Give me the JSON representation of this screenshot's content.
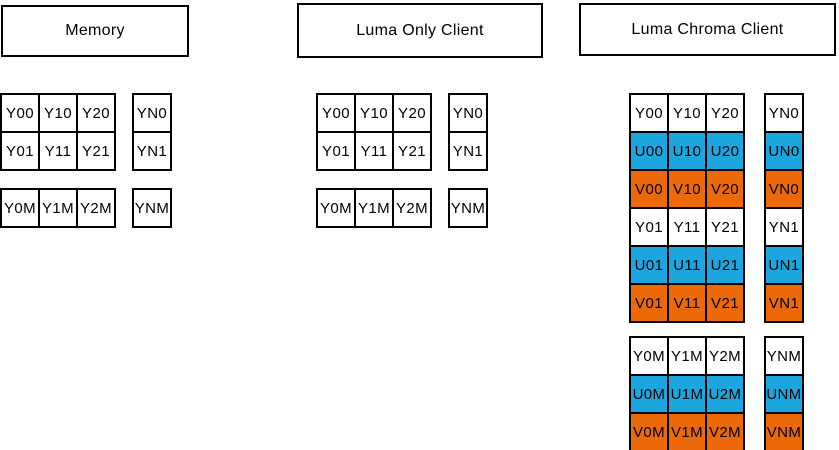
{
  "colors": {
    "background": "#FFFFFF",
    "border": "#000000",
    "text": "#000000",
    "fills": {
      "Y": "#FFFFFF",
      "U": "#1CA6DF",
      "V": "#EB6909"
    }
  },
  "sections": [
    {
      "title": "Memory",
      "blocks": [
        {
          "name": "rows-0-1",
          "rows": [
            [
              "Y00",
              "Y10",
              "Y20"
            ],
            [
              "Y01",
              "Y11",
              "Y21"
            ]
          ]
        },
        {
          "name": "last-col-rows-0-1",
          "rows": [
            [
              "YN0"
            ],
            [
              "YN1"
            ]
          ]
        },
        {
          "name": "row-M",
          "rows": [
            [
              "Y0M",
              "Y1M",
              "Y2M"
            ]
          ]
        },
        {
          "name": "last-col-row-M",
          "rows": [
            [
              "YNM"
            ]
          ]
        }
      ]
    },
    {
      "title": "Luma Only Client",
      "blocks": [
        {
          "name": "rows-0-1",
          "rows": [
            [
              "Y00",
              "Y10",
              "Y20"
            ],
            [
              "Y01",
              "Y11",
              "Y21"
            ]
          ]
        },
        {
          "name": "last-col-rows-0-1",
          "rows": [
            [
              "YN0"
            ],
            [
              "YN1"
            ]
          ]
        },
        {
          "name": "row-M",
          "rows": [
            [
              "Y0M",
              "Y1M",
              "Y2M"
            ]
          ]
        },
        {
          "name": "last-col-row-M",
          "rows": [
            [
              "YNM"
            ]
          ]
        }
      ]
    },
    {
      "title": "Luma Chroma Client",
      "blocks": [
        {
          "name": "rows-0-1",
          "rows": [
            [
              "Y00",
              "Y10",
              "Y20"
            ],
            [
              "U00",
              "U10",
              "U20"
            ],
            [
              "V00",
              "V10",
              "V20"
            ],
            [
              "Y01",
              "Y11",
              "Y21"
            ],
            [
              "U01",
              "U11",
              "U21"
            ],
            [
              "V01",
              "V11",
              "V21"
            ]
          ]
        },
        {
          "name": "last-col-rows-0-1",
          "rows": [
            [
              "YN0"
            ],
            [
              "UN0"
            ],
            [
              "VN0"
            ],
            [
              "YN1"
            ],
            [
              "UN1"
            ],
            [
              "VN1"
            ]
          ]
        },
        {
          "name": "row-M",
          "rows": [
            [
              "Y0M",
              "Y1M",
              "Y2M"
            ],
            [
              "U0M",
              "U1M",
              "U2M"
            ],
            [
              "V0M",
              "V1M",
              "V2M"
            ]
          ]
        },
        {
          "name": "last-col-row-M",
          "rows": [
            [
              "YNM"
            ],
            [
              "UNM"
            ],
            [
              "VNM"
            ]
          ]
        }
      ]
    }
  ]
}
